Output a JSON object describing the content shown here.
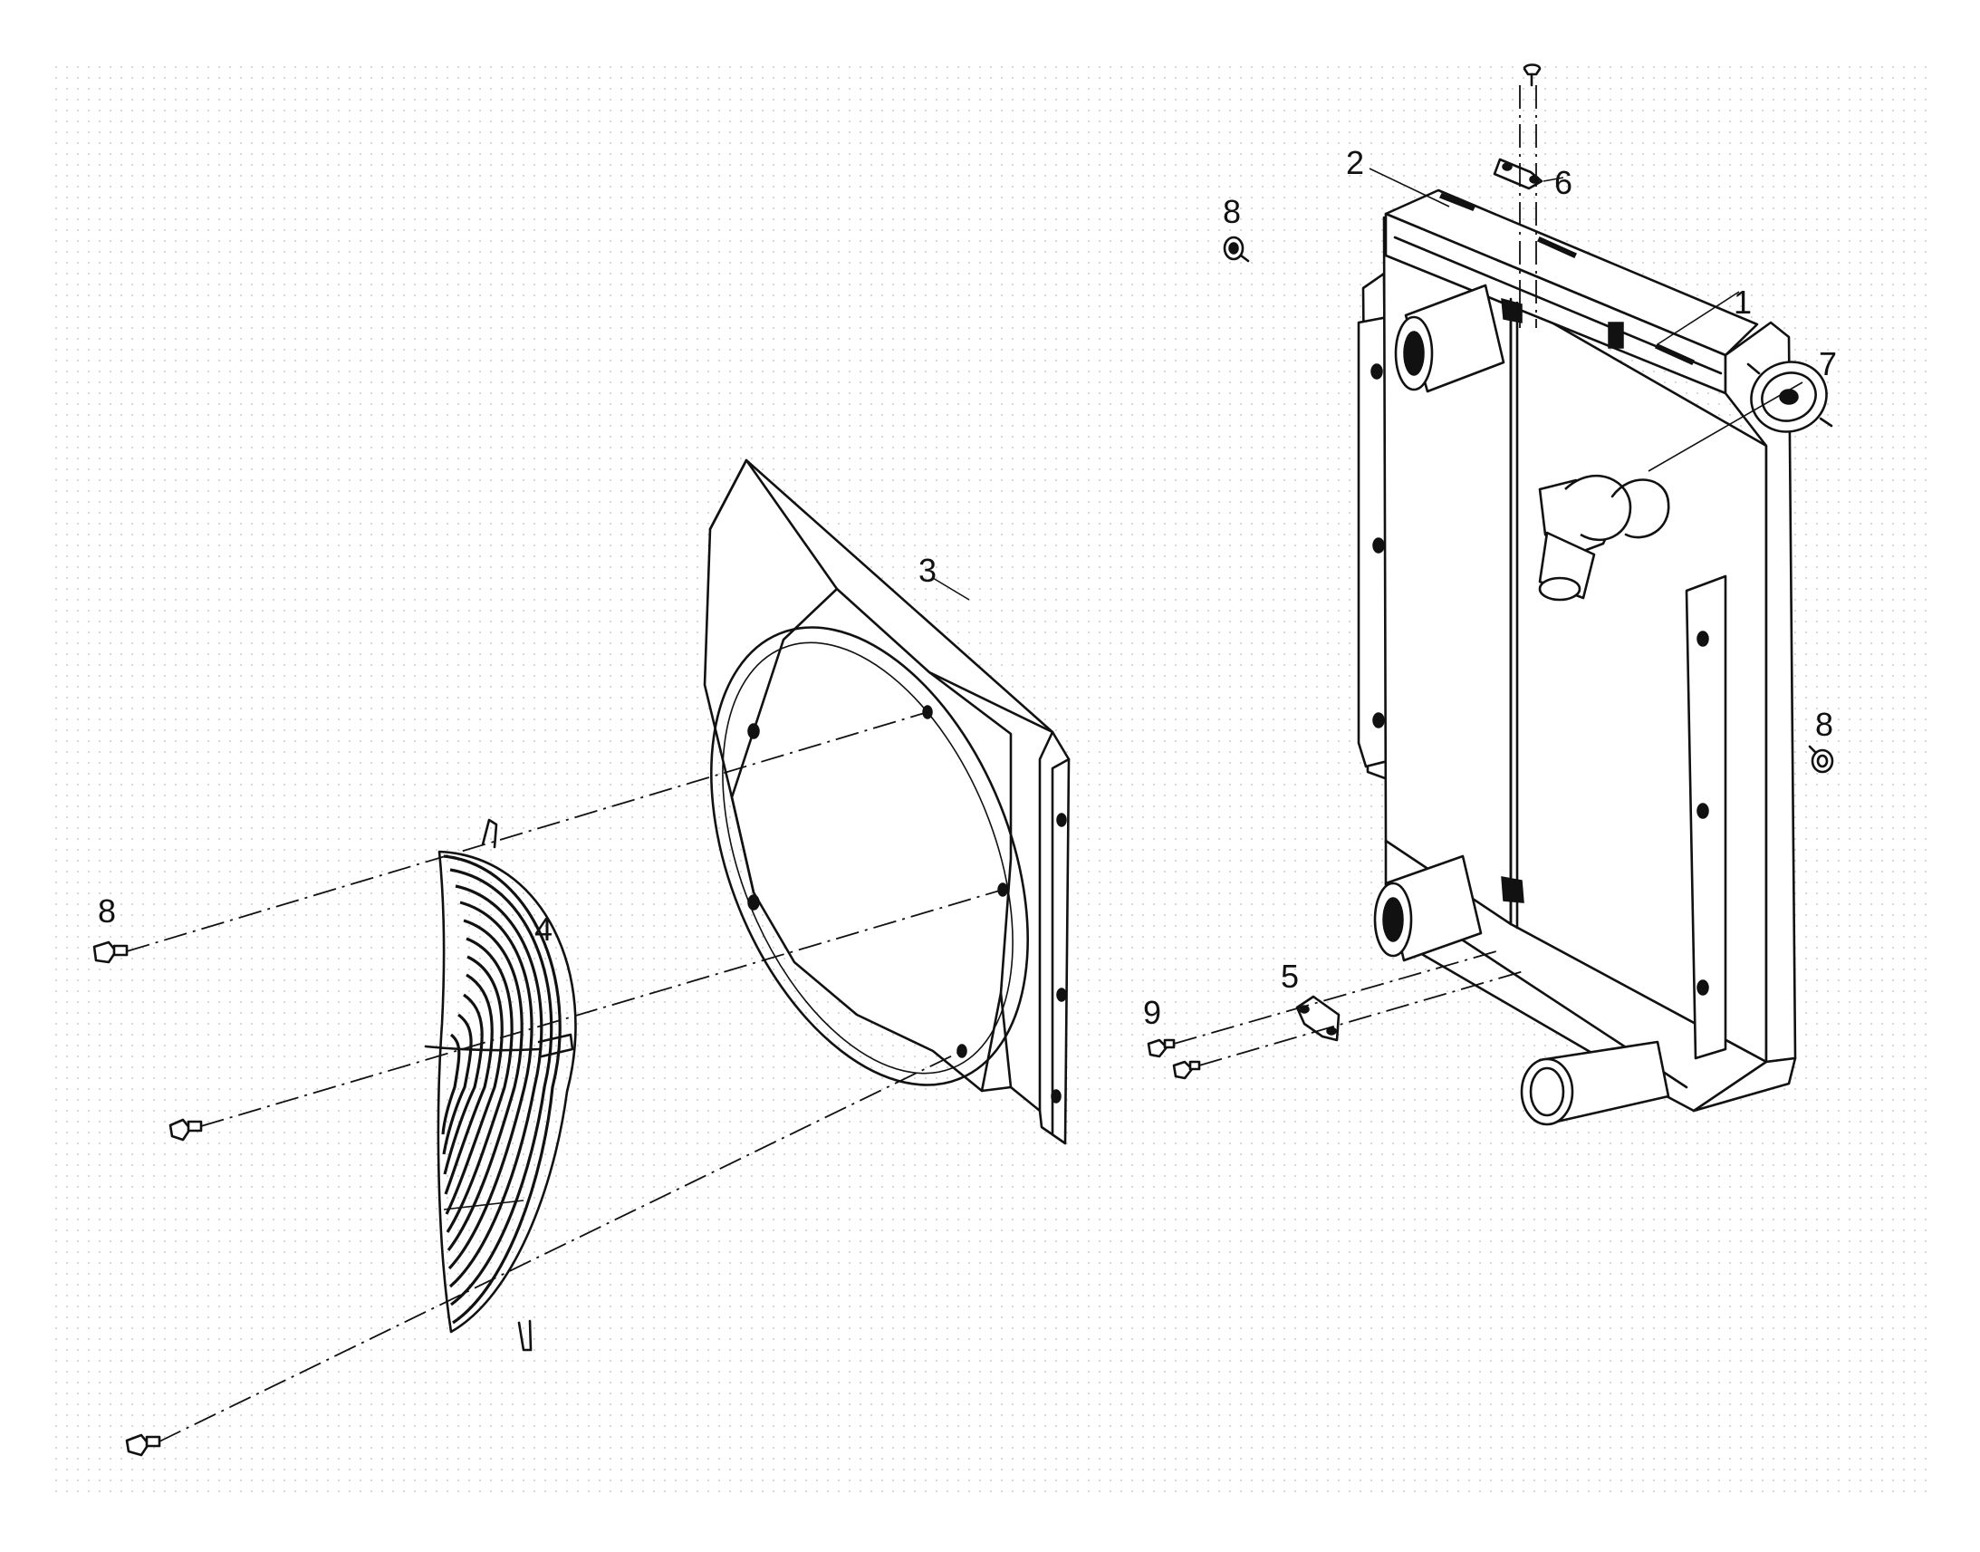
{
  "diagram": {
    "callouts": [
      {
        "id": "c1",
        "text": "1"
      },
      {
        "id": "c2",
        "text": "2"
      },
      {
        "id": "c3",
        "text": "3"
      },
      {
        "id": "c4",
        "text": "4"
      },
      {
        "id": "c5",
        "text": "5"
      },
      {
        "id": "c6",
        "text": "6"
      },
      {
        "id": "c7",
        "text": "7"
      },
      {
        "id": "c8a",
        "text": "8"
      },
      {
        "id": "c8b",
        "text": "8"
      },
      {
        "id": "c8c",
        "text": "8"
      },
      {
        "id": "c9",
        "text": "9"
      }
    ]
  },
  "colors": {
    "background": "#ffffff",
    "dotted_area": "#f2f2f2",
    "line": "#111111"
  }
}
